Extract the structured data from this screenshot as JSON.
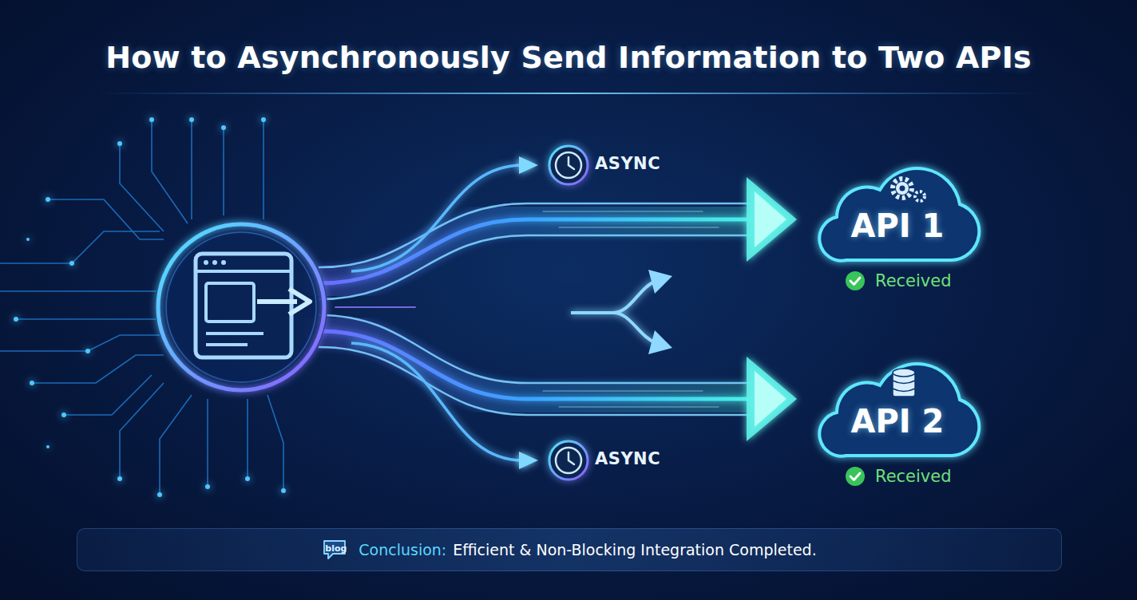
{
  "diagram": {
    "title": "How to Asynchronously Send Information to Two APIs",
    "caption": "Efficient & Non-Blocking Integration Completed.",
    "nodes": [
      {
        "text": [
          "API 1",
          "Received"
        ]
      },
      {
        "text": [
          "API 2",
          "Received"
        ]
      }
    ],
    "labels": [
      "ASYNC",
      "ASYNC",
      "blog",
      "Conclusion:"
    ]
  }
}
